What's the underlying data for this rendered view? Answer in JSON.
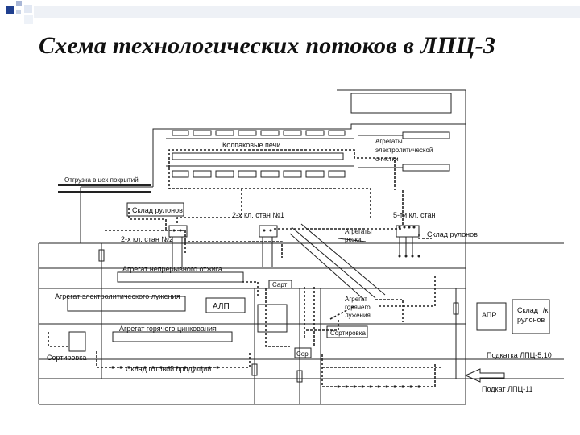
{
  "slide": {
    "title": "Схема технологических потоков в ЛПЦ-3"
  },
  "labels": {
    "furnaces": "Колпаковые печи",
    "cleaning_line1": "Агрегаты",
    "cleaning_line2": "электролитической",
    "cleaning_line3": "очистки",
    "shipment": "Отгрузка в цех покрытий",
    "coil_store_left": "Склад рулонов",
    "mill2_no1": "2-х кл. стан №1",
    "mill5": "5-ти кл. стан",
    "coil_store_right": "Склад рулонов",
    "cutting_line1": "Агрегаты",
    "cutting_line2": "резки",
    "mill2_no2": "2-х кл. стан №2",
    "annealing": "Агрегат непрерывного отжига",
    "electro_tinning": "Агрегат электролитического лужения",
    "alp": "АЛП",
    "shed": "Сарт",
    "hot_tinning_unit1": "Агрегат",
    "hot_tinning_unit2": "горячего",
    "hot_tinning_unit3": "лужения",
    "hot_galvanizing": "Агрегат горячего цинкования",
    "sorting_center": "Сортировка",
    "sorting_left": "Сортировка",
    "finished_goods": "Склад готовой продукции",
    "apr": "АПР",
    "gk_store1": "Склад г/к",
    "gk_store2": "рулонов",
    "feed_lpc510": "Подкатка ЛПЦ-5,10",
    "feed_lpc11": "Подкат ЛПЦ-11",
    "small_label": "Сор"
  },
  "colors": {
    "accent": "#1f3f8f",
    "deco_light": "#c9d3e6",
    "line": "#222222"
  }
}
